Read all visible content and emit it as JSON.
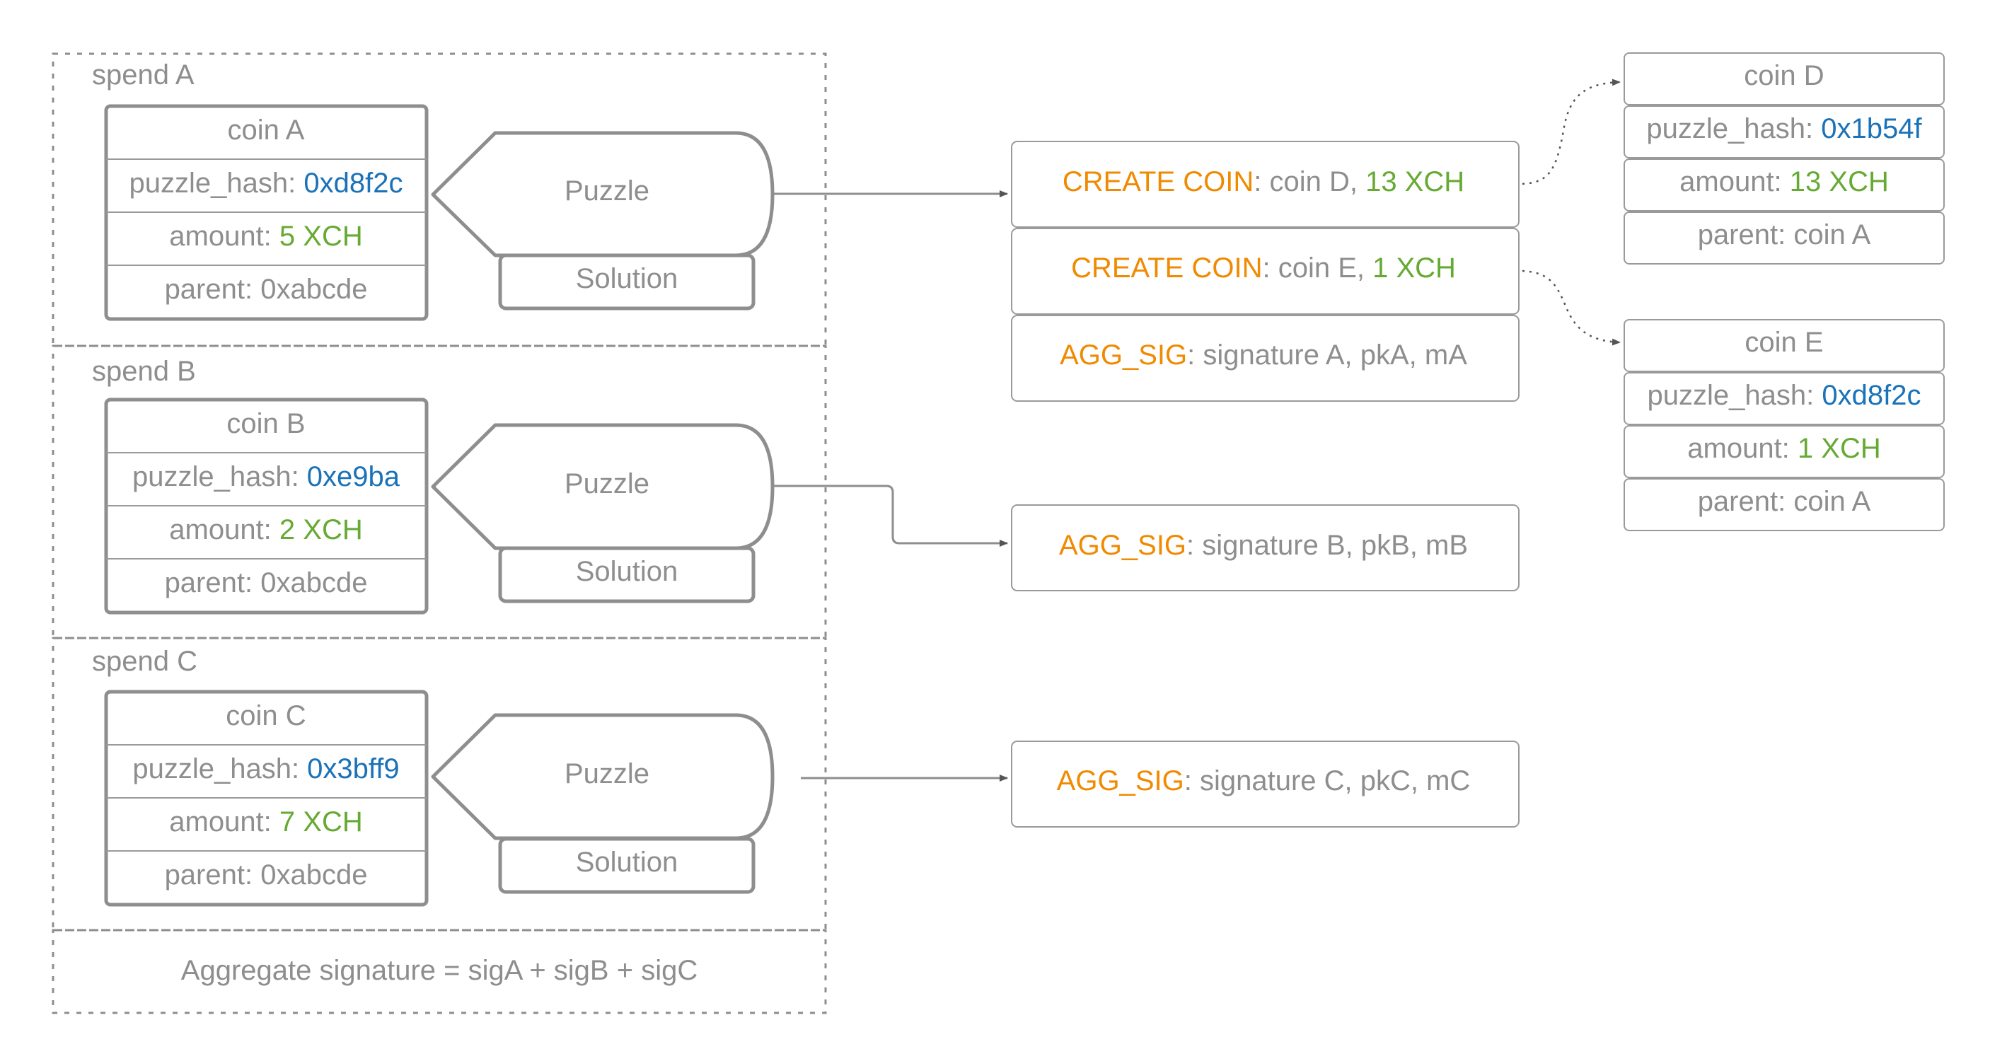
{
  "spends": [
    {
      "label": "spend A",
      "coin": {
        "name": "coin A",
        "puzzle_hash_label": "puzzle_hash: ",
        "puzzle_hash": "0xd8f2c",
        "amount_label": "amount: ",
        "amount": "5 XCH",
        "parent": "parent: 0xabcde"
      },
      "puzzle": "Puzzle",
      "solution": "Solution"
    },
    {
      "label": "spend B",
      "coin": {
        "name": "coin B",
        "puzzle_hash_label": "puzzle_hash: ",
        "puzzle_hash": "0xe9ba",
        "amount_label": "amount: ",
        "amount": "2 XCH",
        "parent": "parent: 0xabcde"
      },
      "puzzle": "Puzzle",
      "solution": "Solution"
    },
    {
      "label": "spend C",
      "coin": {
        "name": "coin C",
        "puzzle_hash_label": "puzzle_hash: ",
        "puzzle_hash": "0x3bff9",
        "amount_label": "amount: ",
        "amount": "7 XCH",
        "parent": "parent: 0xabcde"
      },
      "puzzle": "Puzzle",
      "solution": "Solution"
    }
  ],
  "aggregate": "Aggregate signature = sigA + sigB + sigC",
  "conditions": [
    {
      "keyword": "CREATE COIN",
      "sep": ": ",
      "text": "coin D, ",
      "amount": "13 XCH"
    },
    {
      "keyword": "CREATE COIN",
      "sep": ": ",
      "text": "coin E, ",
      "amount": "1 XCH"
    },
    {
      "keyword": "AGG_SIG",
      "sep": ": ",
      "text": "signature A, pkA, mA",
      "amount": ""
    },
    {
      "keyword": "AGG_SIG",
      "sep": ": ",
      "text": "signature B, pkB, mB",
      "amount": ""
    },
    {
      "keyword": "AGG_SIG",
      "sep": ": ",
      "text": "signature C, pkC, mC",
      "amount": ""
    }
  ],
  "new_coins": [
    {
      "name": "coin D",
      "puzzle_hash_label": "puzzle_hash: ",
      "puzzle_hash": "0x1b54f",
      "amount_label": "amount: ",
      "amount": "13 XCH",
      "parent": "parent: coin A"
    },
    {
      "name": "coin E",
      "puzzle_hash_label": "puzzle_hash: ",
      "puzzle_hash": "0xd8f2c",
      "amount_label": "amount: ",
      "amount": "1 XCH",
      "parent": "parent: coin A"
    }
  ],
  "colors": {
    "gray": "#8e8e8e",
    "hash_blue": "#1a72b8",
    "amount_green": "#66aa33",
    "keyword_orange": "#f08a00"
  }
}
